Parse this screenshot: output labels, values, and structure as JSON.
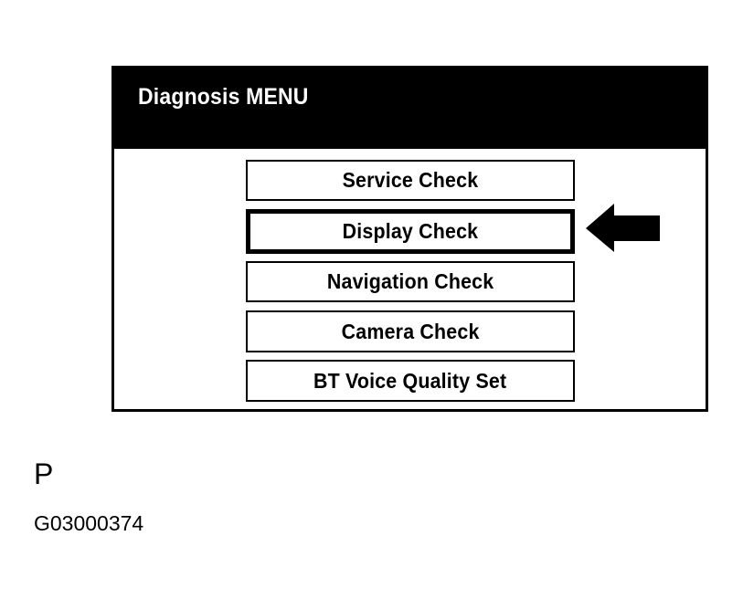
{
  "screen": {
    "title": "Diagnosis MENU",
    "header_background": "#000000",
    "header_text_color": "#ffffff",
    "body_background": "#ffffff",
    "frame_color": "#000000"
  },
  "menu": {
    "items": [
      {
        "label": "Service Check",
        "selected": false
      },
      {
        "label": "Display Check",
        "selected": true
      },
      {
        "label": "Navigation Check",
        "selected": false
      },
      {
        "label": "Camera Check",
        "selected": false
      },
      {
        "label": "BT Voice Quality Set",
        "selected": false
      }
    ]
  },
  "annotation": {
    "arrow": {
      "icon": "arrow-left-icon",
      "direction": "left",
      "color": "#000000",
      "points_to": "Display Check"
    }
  },
  "caption": {
    "letter": "P",
    "code": "G03000374"
  }
}
